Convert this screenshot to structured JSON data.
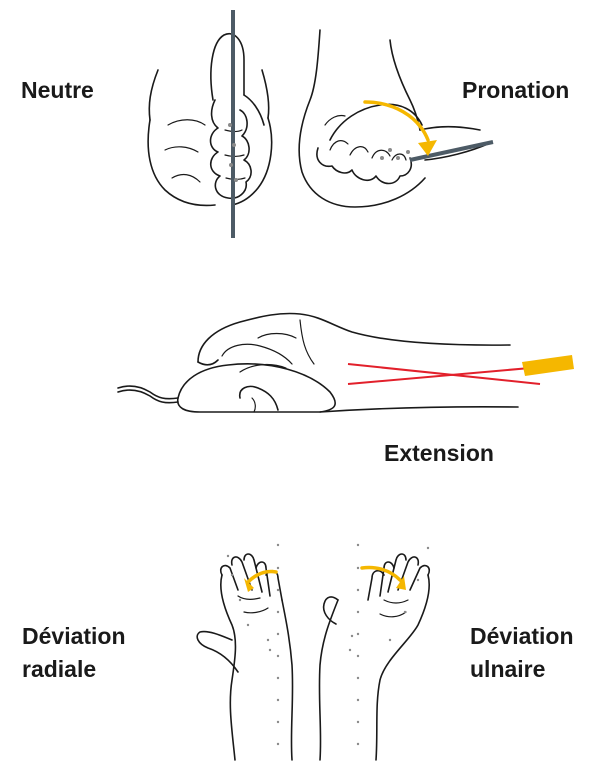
{
  "labels": {
    "neutre": "Neutre",
    "pronation": "Pronation",
    "extension": "Extension",
    "deviation_radiale": [
      "Déviation",
      "radiale"
    ],
    "deviation_ulnaire": [
      "Déviation",
      "ulnaire"
    ]
  },
  "colors": {
    "axis": "#4d5b66",
    "arc_arrow": "#f5b700",
    "extension_lines": "#e2202b",
    "ink": "#1a1a1a"
  },
  "icons": [
    "neutral-fist-icon",
    "pronation-fist-icon",
    "hand-on-mouse-icon",
    "left-hand-deviation-icon",
    "right-hand-deviation-icon"
  ]
}
